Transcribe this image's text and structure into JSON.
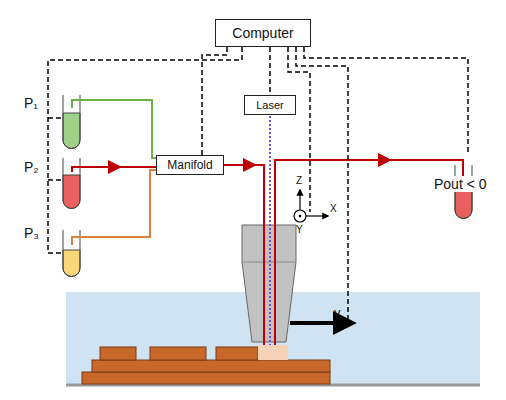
{
  "diagram": {
    "nodes": [
      {
        "text": [
          "Computer"
        ]
      },
      {
        "text": [
          "Manifold"
        ]
      },
      {
        "text": [
          "Laser"
        ]
      }
    ],
    "edges": [
      {
        "from": 0,
        "to": 1,
        "arrow": "none"
      },
      {
        "from": 0,
        "to": 2,
        "arrow": "none"
      }
    ],
    "labels": [
      "P₁",
      "P₂",
      "P₃",
      "Pout < 0",
      "Z",
      "X",
      "Y",
      "v"
    ]
  }
}
